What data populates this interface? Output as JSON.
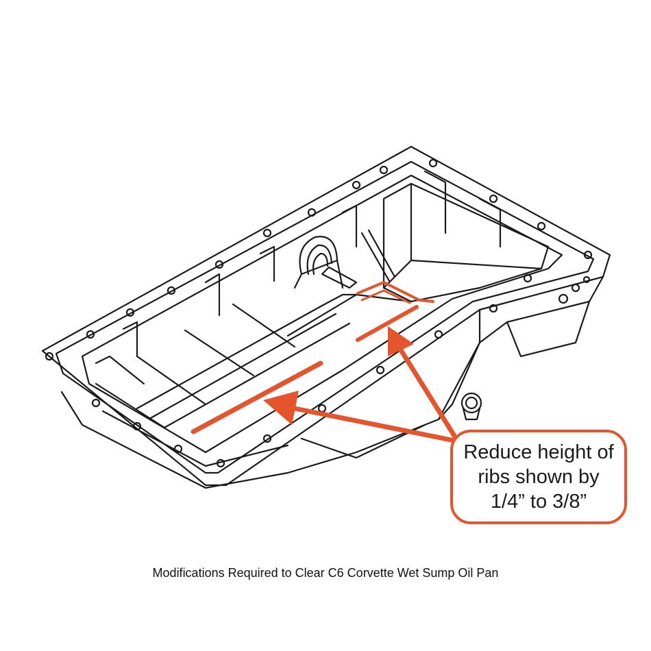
{
  "callout": {
    "line1": "Reduce height of",
    "line2": "ribs shown by",
    "line3": "1/4” to 3/8”"
  },
  "caption": "Modifications Required to Clear C6 Corvette Wet Sump Oil Pan",
  "colors": {
    "highlight": "#e4542d",
    "linework": "#1a1a1a",
    "background": "#ffffff"
  },
  "icons": [
    "arrow-icon",
    "bolt-icon"
  ]
}
